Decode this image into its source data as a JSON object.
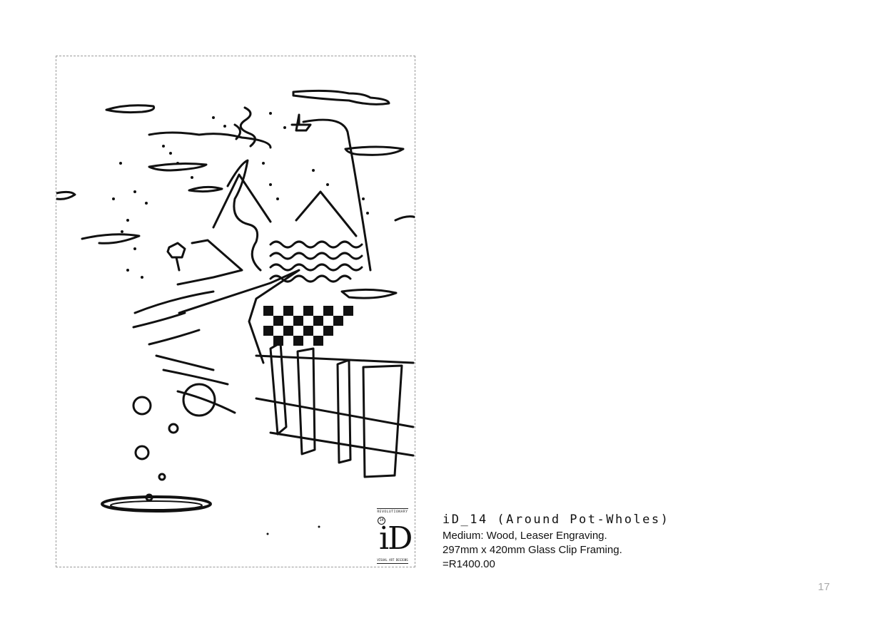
{
  "artwork": {
    "description_icon": "pen-ink-landscape-illustration",
    "stamp": {
      "top_text": "REVOLUTIONARY",
      "number": "14",
      "logo": "iD",
      "bottom_text": "VISUAL ART DESIGNS"
    }
  },
  "caption": {
    "title": "iD_14 (Around Pot-Wholes)",
    "medium": "Medium: Wood, Leaser Engraving.",
    "size": "297mm x 420mm Glass Clip Framing.",
    "price": "=R1400.00"
  },
  "page_number": "17"
}
